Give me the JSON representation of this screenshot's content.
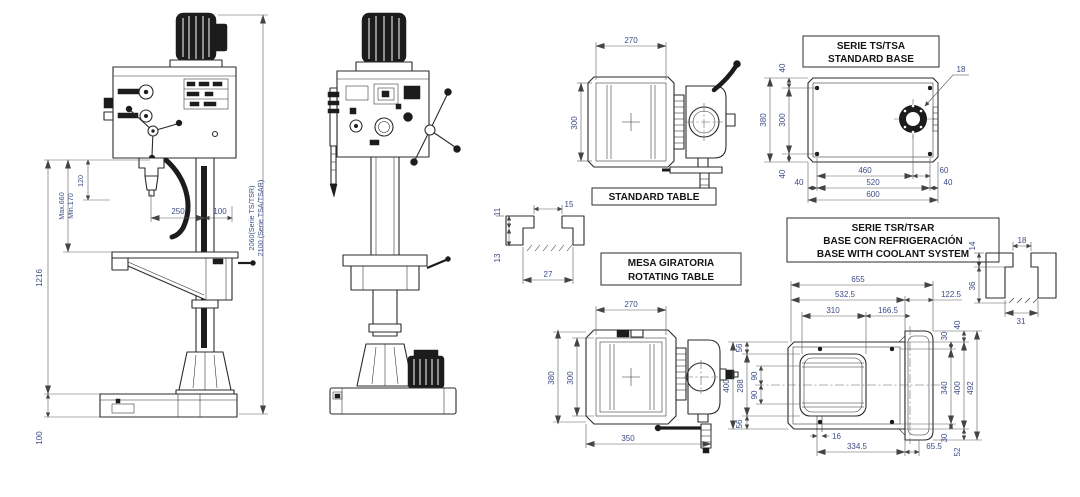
{
  "front_view": {
    "dims": {
      "overall_ts": "2060(Serie TS/TSR)",
      "overall_tsa": "2100 (Serie TSA/TSAR)",
      "column_height": "1216",
      "base_height": "100",
      "table_max": "Max.660",
      "table_min": "Min.170",
      "head_dim": "120",
      "throat": "250",
      "rear": "100"
    }
  },
  "standard_table": {
    "label": "STANDARD TABLE",
    "dims": {
      "width": "270",
      "depth": "300"
    }
  },
  "standard_base": {
    "label": [
      "SERIE TS/TSA",
      "STANDARD BASE"
    ],
    "dims": {
      "height_total": "380",
      "height_inner": "300",
      "margin_top": "40",
      "margin_bottom": "40",
      "hole": "18",
      "slot_length": "460",
      "hole_offset": "60",
      "bolt_span": "520",
      "margin_left": "40",
      "margin_right": "40",
      "length_total": "600"
    }
  },
  "tslot_table": {
    "dims": {
      "lip_depth": "11",
      "slot_width": "15",
      "cavity_width": "27",
      "cavity_depth": "13"
    }
  },
  "rotating_table": {
    "label": [
      "MESA GIRATORIA",
      "ROTATING TABLE"
    ],
    "dims": {
      "width": "270",
      "depth": "300",
      "depth_total": "380",
      "width_total": "350"
    }
  },
  "coolant_base": {
    "label": [
      "SERIE TSR/TSAR",
      "BASE CON REFRIGERACIÓN",
      "BASE WITH COOLANT SYSTEM"
    ],
    "dims": {
      "length_total": "655",
      "length_body": "532.5",
      "length_tank": "122.5",
      "pocket_width": "310",
      "pocket_to_center": "166.5",
      "height": "400",
      "pocket_height": "288",
      "center_up": "90",
      "center_down": "90",
      "margin_top": "56",
      "margin_bottom": "56",
      "rim_top": "30",
      "rim_height": "340",
      "rim_bottom": "30",
      "tank_top": "40",
      "tank_bottom": "52",
      "height_total": "492",
      "slot_width": "16",
      "slot_span": "334.5",
      "tank_offset": "65.5"
    }
  },
  "tslot_base": {
    "dims": {
      "lip_depth": "14",
      "cavity_depth": "36",
      "slot_width": "18",
      "cavity_width": "31"
    }
  }
}
